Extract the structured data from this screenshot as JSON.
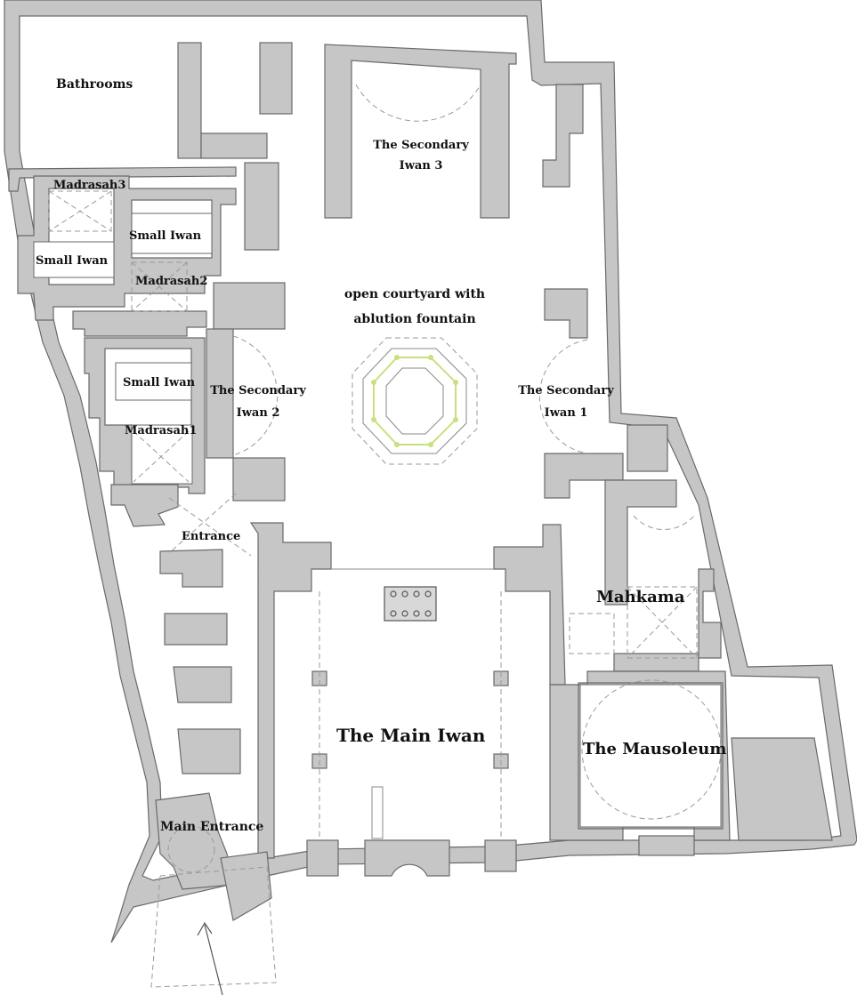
{
  "plan": {
    "bathrooms": "Bathrooms",
    "madrasah3": "Madrasah3",
    "madrasah2": "Madrasah2",
    "madrasah1": "Madrasah1",
    "small_iwan_a": "Small Iwan",
    "small_iwan_b": "Small Iwan",
    "small_iwan_c": "Small Iwan",
    "secondary_iwan_3_line1": "The Secondary",
    "secondary_iwan_3_line2": "Iwan 3",
    "secondary_iwan_2_line1": "The Secondary",
    "secondary_iwan_2_line2": "Iwan 2",
    "secondary_iwan_1_line1": "The Secondary",
    "secondary_iwan_1_line2": "Iwan 1",
    "courtyard_line1": "open courtyard with",
    "courtyard_line2": "ablution fountain",
    "entrance": "Entrance",
    "main_entrance": "Main Entrance",
    "main_iwan": "The Main Iwan",
    "mahkama": "Mahkama",
    "mausoleum": "The Mausoleum"
  },
  "colors": {
    "wall": "#c6c6c6",
    "outline": "#6a6a6a",
    "fountain_accent": "#c8e080"
  }
}
